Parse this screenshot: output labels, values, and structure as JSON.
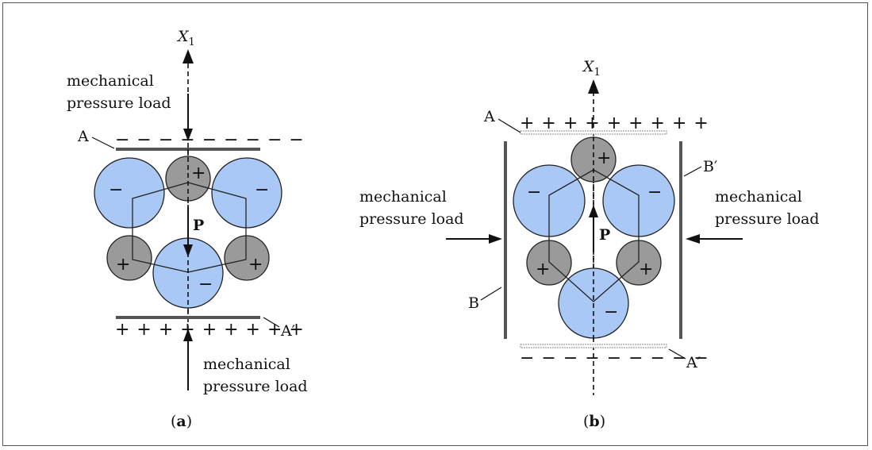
{
  "panel_a": {
    "axis_label": "X",
    "axis_sub": "1",
    "top_load": [
      "mechanical",
      "pressure load"
    ],
    "bottom_load": [
      "mechanical",
      "pressure load"
    ],
    "plate_top_label": "A",
    "plate_bottom_label": "A′",
    "top_charges": "− − − − − − − − −",
    "bottom_charges": "+ + + + + + + + +",
    "polarization": "P",
    "caption": "(a)",
    "caption_letter": "a"
  },
  "panel_b": {
    "axis_label": "X",
    "axis_sub": "1",
    "left_load": [
      "mechanical",
      "pressure load"
    ],
    "right_load": [
      "mechanical",
      "pressure load"
    ],
    "label_A": "A",
    "label_A_prime": "A′",
    "label_B": "B",
    "label_B_prime": "B′",
    "top_charges": "+ + + + + + + + +",
    "bottom_charges": "− − − − − − − − −",
    "polarization": "P",
    "caption_letter": "b"
  },
  "signs": {
    "plus": "+",
    "minus": "−"
  },
  "colors": {
    "anion": "#a9c8f5",
    "cation": "#9a9a9a",
    "outline": "#222222"
  }
}
